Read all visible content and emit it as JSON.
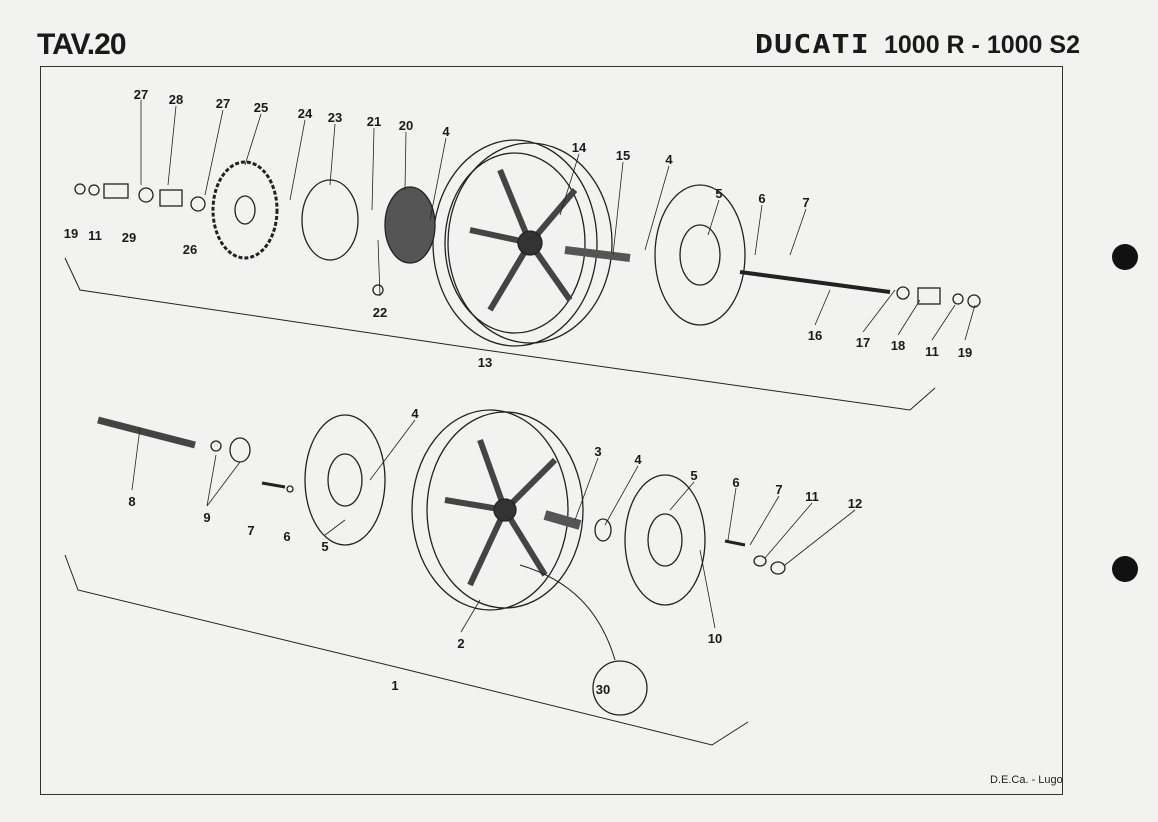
{
  "header": {
    "plate": "TAV.20",
    "logo_text": "DUCATI",
    "model": "1000 R - 1000 S2"
  },
  "footer": {
    "credit": "D.E.Ca. - Lugo"
  },
  "callouts": {
    "rear": [
      "27",
      "28",
      "27",
      "25",
      "24",
      "23",
      "21",
      "20",
      "4",
      "14",
      "15",
      "4",
      "5",
      "6",
      "7",
      "19",
      "11",
      "29",
      "26",
      "22",
      "16",
      "17",
      "18",
      "11",
      "19",
      "13"
    ],
    "front": [
      "4",
      "8",
      "9",
      "7",
      "6",
      "5",
      "3",
      "4",
      "5",
      "6",
      "7",
      "11",
      "12",
      "2",
      "10",
      "30",
      "1"
    ]
  }
}
